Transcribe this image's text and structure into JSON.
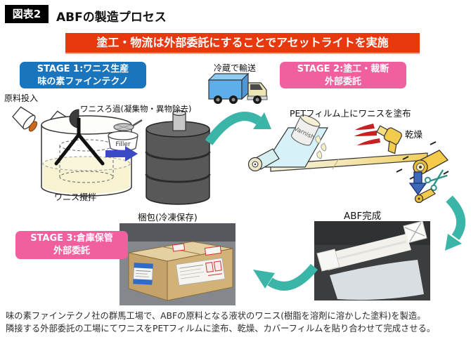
{
  "header": {
    "badge": "図表2",
    "title": "ABFの製造プロセス"
  },
  "banner": {
    "text": "塗工・物流は外部委託にすることでアセットライトを実施"
  },
  "stages": [
    {
      "line1": "STAGE 1:ワニス生産",
      "line2": "味の素ファインテクノ"
    },
    {
      "line1": "STAGE 2:塗工・裁断",
      "line2": "外部委託"
    },
    {
      "line1": "STAGE 3:倉庫保管",
      "line2": "外部委託"
    }
  ],
  "labels": {
    "transport": "冷蔵で輸送",
    "raw_material": "原料投入",
    "filtering": "ワニスろ過(凝集物・異物除去)",
    "stirring": "ワニス攪拌",
    "filler": "Filler",
    "coating": "PETフィルム上にワニスを塗布",
    "varnish": "Varnish",
    "drying": "乾燥",
    "packing": "梱包(冷凍保存)",
    "abf_complete": "ABF完成"
  },
  "footnote": {
    "line1": "味の素ファインテクノ社の群馬工場で、ABFの原料となる液状のワニス(樹脂を溶剤に溶かした塗料)を製造。",
    "line2": "隣接する外部委託の工場にてワニスをPETフィルムに塗布、乾燥、カバーフィルムを貼り合わせて完成させる。"
  },
  "colors": {
    "banner_red": "#E8380D",
    "stage_blue": "#1B75BC",
    "stage_pink": "#F0609E",
    "arrow_teal": "#3BB5A7",
    "arrow_blue": "#3A49C4",
    "badge_black": "#000000",
    "drum_gray": "#585858",
    "film_yellow": "#F2CE5A",
    "film_cyan": "#D6F1F7"
  },
  "illustrations": [
    "pour-buckets-icon",
    "mixing-tank-icon",
    "mixer-icon",
    "filter-sieve-icon",
    "filler-pot-icon",
    "varnish-drum-icon",
    "refrigerated-truck-icon",
    "pet-film-roll-icon",
    "varnish-can-icon",
    "dryer-icon",
    "heat-flames-icon",
    "takeup-roll-icon",
    "scissors-icon",
    "cut-film-roll-icon",
    "packing-box-photo",
    "abf-roll-photo",
    "teal-process-arrows"
  ]
}
